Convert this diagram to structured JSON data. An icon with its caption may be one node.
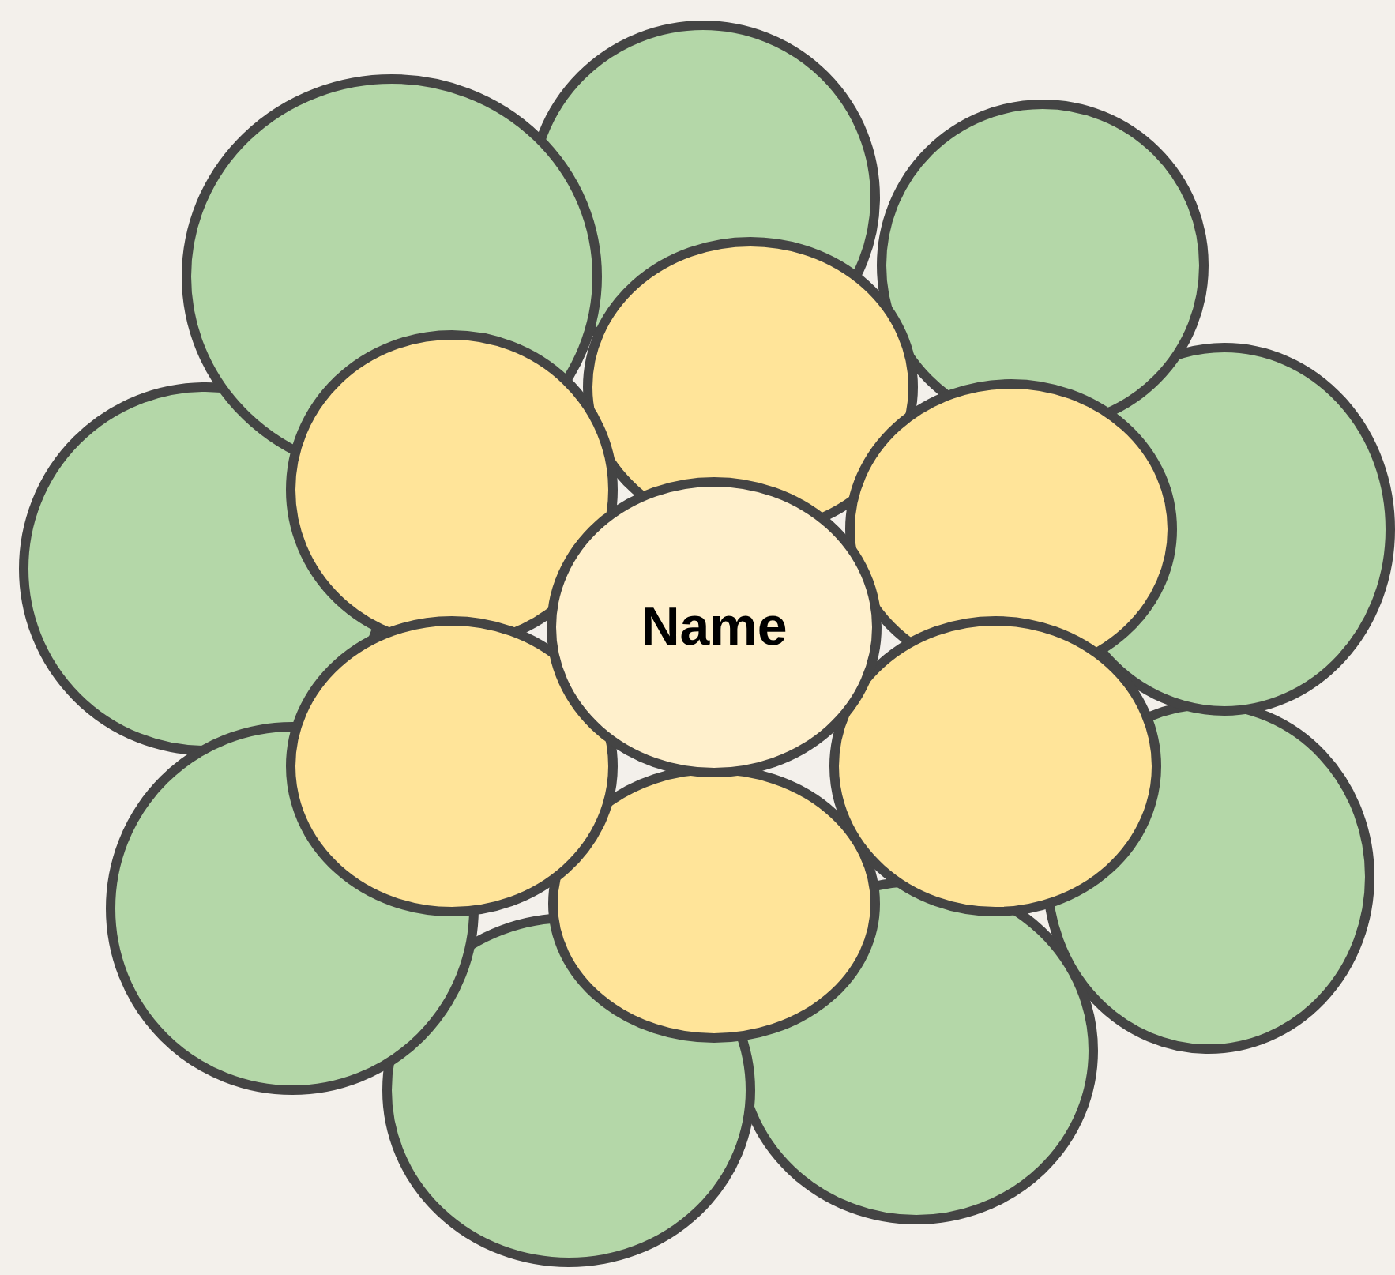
{
  "diagram": {
    "nodes": [
      {
        "text": [
          "Name"
        ]
      },
      {
        "text": [],
        "shape": "circle"
      },
      {
        "text": [],
        "shape": "circle"
      },
      {
        "text": [],
        "shape": "circle"
      },
      {
        "text": [],
        "shape": "circle"
      },
      {
        "text": [],
        "shape": "circle"
      },
      {
        "text": [],
        "shape": "circle"
      },
      {
        "text": [],
        "shape": "circle"
      },
      {
        "text": [],
        "shape": "circle"
      },
      {
        "text": [],
        "shape": "circle"
      },
      {
        "text": [],
        "shape": "circle"
      },
      {
        "text": [],
        "shape": "circle"
      },
      {
        "text": [],
        "shape": "circle"
      },
      {
        "text": [],
        "shape": "circle"
      },
      {
        "text": [],
        "shape": "circle"
      },
      {
        "text": [],
        "shape": "circle"
      }
    ]
  }
}
